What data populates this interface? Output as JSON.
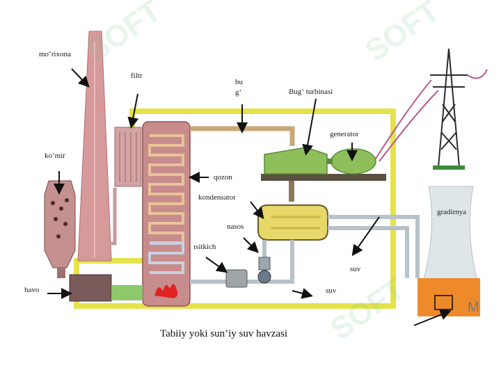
{
  "watermark_text": "SOFT",
  "labels": {
    "chimney": "mo‘rixona",
    "filter": "filtr",
    "steam_top": "bu",
    "steam_bottom": "g‘",
    "steam_turbine": "Bug‘ turbinasi",
    "generator": "generator",
    "coal": "ko‘mir",
    "boiler": "qozon",
    "condenser": "kondensator",
    "pump": "nasos",
    "heater": "ısitkich",
    "cooling_tower": "gradirnya",
    "water_right": "suv",
    "water_bottom": "suv",
    "air": "havo",
    "caption": "Tabiiy yoki sun’iy suv havzasi",
    "pond_letter": "M"
  },
  "colors": {
    "yellow_frame": "#e6e24a",
    "boiler": "#c98c8c",
    "turbine": "#8fbf5a",
    "condenser": "#d8c86a",
    "pipe_grey": "#b8c2c8",
    "tower": "#dfe6ea",
    "pond": "#ef8a2a",
    "chimney": "#d69a9a"
  },
  "icons": [
    "arrow-icon",
    "power-pylon-icon",
    "flame-icon",
    "coal-hopper-icon"
  ]
}
